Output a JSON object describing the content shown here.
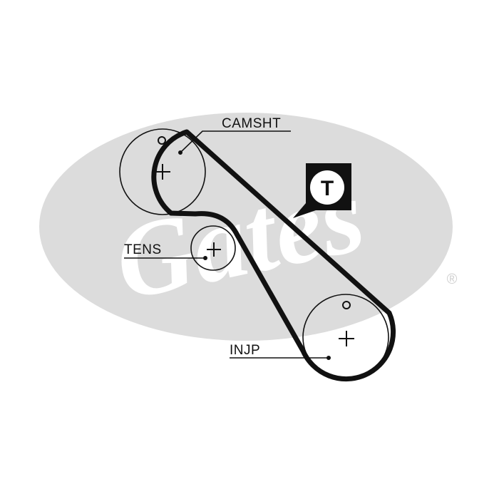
{
  "watermark": {
    "brand": "Gates",
    "registered": "®",
    "ellipse_color": "#dcdcdc",
    "text_color": "#ffffff"
  },
  "badge": {
    "letter": "T",
    "box_color": "#111111",
    "letter_color": "#111111"
  },
  "labels": {
    "camshaft": "CAMSHT",
    "tensioner": "TENS",
    "injection_pump": "INJP"
  },
  "colors": {
    "belt": "#111111",
    "pulley": "#111111",
    "background": "#ffffff"
  }
}
